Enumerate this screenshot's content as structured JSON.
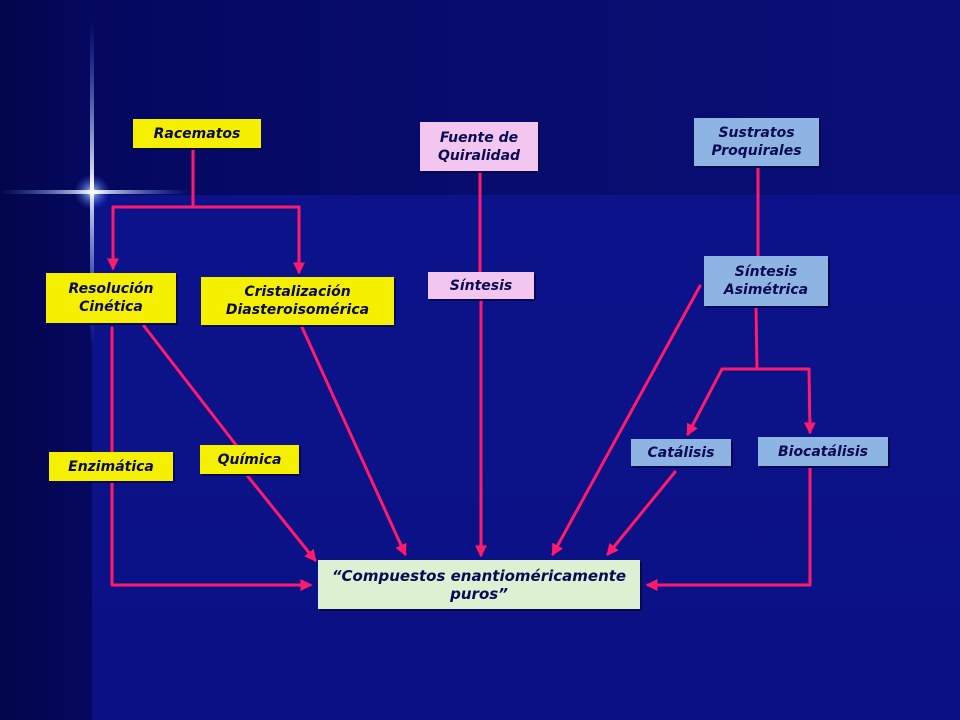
{
  "nodes": {
    "racematos": "Racematos",
    "fuente": "Fuente de Quiralidad",
    "sustratos": "Sustratos Proquirales",
    "resolucion": "Resolución Cinética",
    "cristalizacion": "Cristalización Diasteroisomérica",
    "sintesis": "Síntesis",
    "sintesis_asimetrica": "Síntesis Asimétrica",
    "enzimatica": "Enzimática",
    "quimica": "Química",
    "catalisis": "Catálisis",
    "biocatalisis": "Biocatálisis",
    "compuestos": "“Compuestos enantioméricamente puros”"
  },
  "colors": {
    "connector": "#ff1a6e",
    "yellow_box": "#f4f000",
    "pink_box": "#f2c6ef",
    "blue_box": "#8eb4e3",
    "green_box": "#dcf0d2",
    "background": "#0a0f7a"
  }
}
